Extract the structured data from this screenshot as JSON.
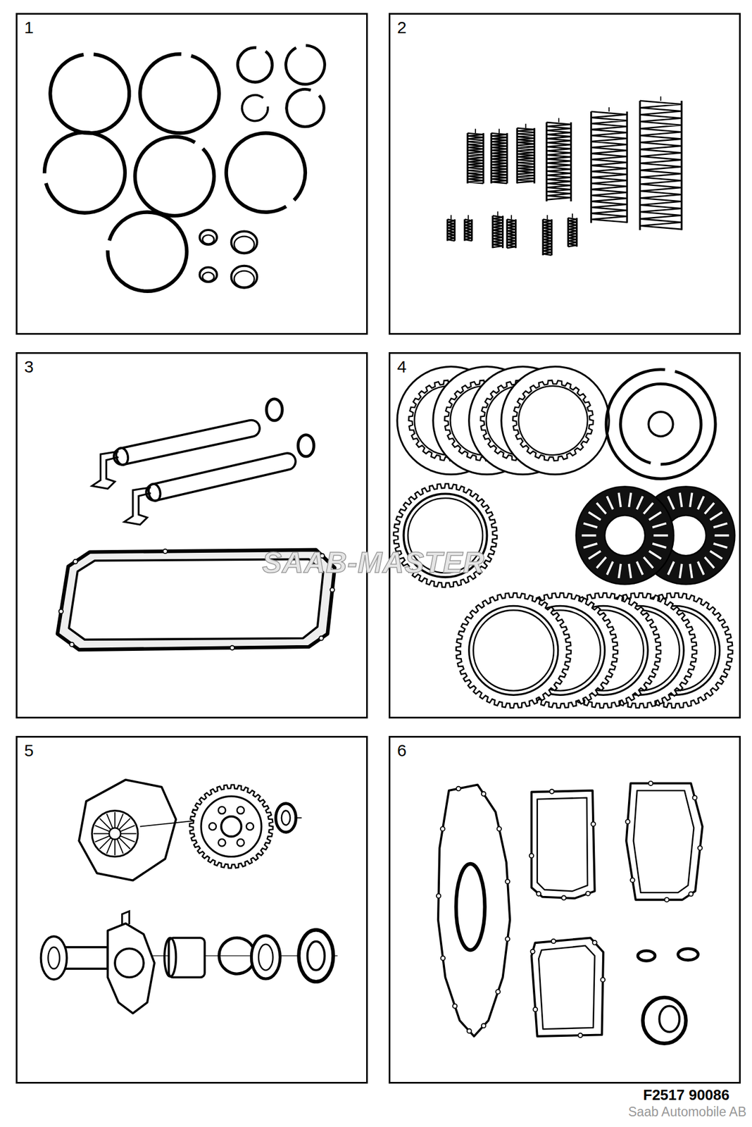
{
  "diagram": {
    "nodes": [
      {
        "text": [
          "1"
        ]
      },
      {
        "text": [
          "2"
        ]
      },
      {
        "text": [
          "3"
        ]
      },
      {
        "text": [
          "4"
        ]
      },
      {
        "text": [
          "5"
        ]
      },
      {
        "text": [
          "6"
        ]
      }
    ],
    "labels": [
      "SAAB-MASTER",
      "F2517 90086",
      "Saab Automobile AB"
    ]
  }
}
